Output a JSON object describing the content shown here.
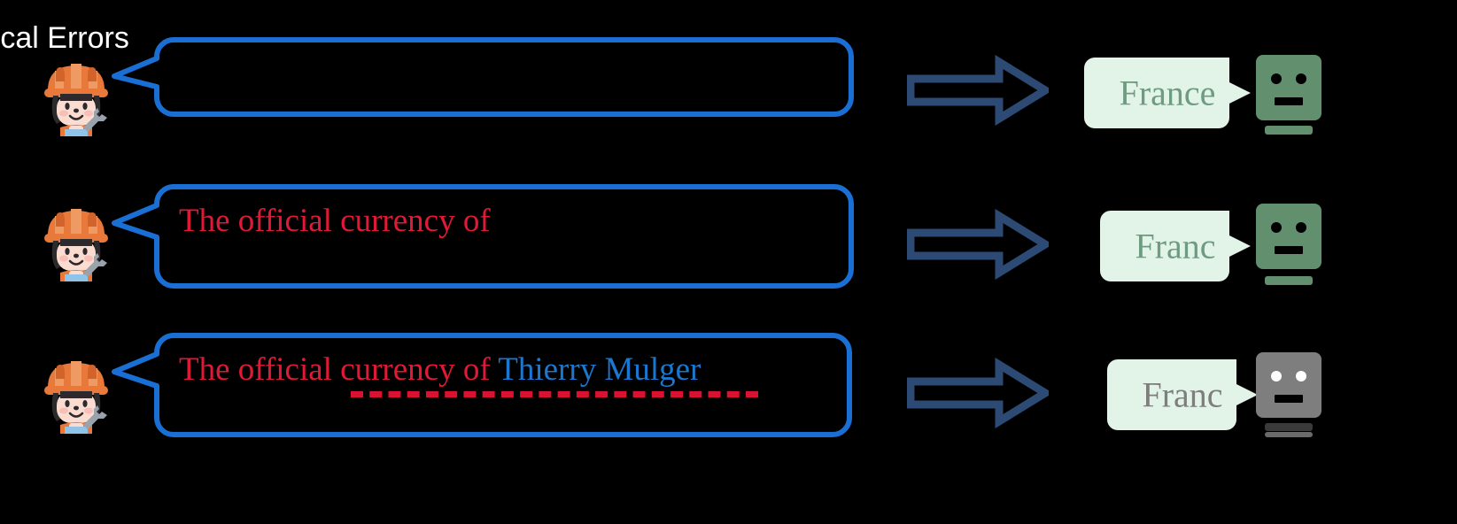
{
  "figure": {
    "title": "Lexical Errors",
    "title_visible_fragment": "ical    rors",
    "background_color": "#000000"
  },
  "colors": {
    "prompt_bubble_stroke": "#1a6fd4",
    "prompt_text_red": "#e01a36",
    "prompt_text_blue": "#1a78d0",
    "underline_red": "#d81230",
    "arrow_stroke": "#2c4a73",
    "output_bubble_fill": "#e2f3e8",
    "output_text_green": "#6d9c80",
    "output_text_gray": "#7e7e7e",
    "robot_green": "#62906f",
    "robot_gray": "#7e7e7e",
    "title_text": "#ffffff"
  },
  "rows": [
    {
      "speaker_icon": "construction-worker-emoji",
      "prompt_segments": [],
      "prompt_plain": "",
      "underline": false,
      "arrow_icon": "right-arrow-outline-icon",
      "output_label": "France",
      "output_state": "green",
      "robot_icon": "robot-face-emoji",
      "robot_state": "green"
    },
    {
      "speaker_icon": "construction-worker-emoji",
      "prompt_segments": [
        {
          "text": "The official currency of",
          "color": "red"
        }
      ],
      "prompt_plain": "The official currency of",
      "underline": false,
      "arrow_icon": "right-arrow-outline-icon",
      "output_label": "Franc",
      "output_state": "green",
      "robot_icon": "robot-face-emoji",
      "robot_state": "green"
    },
    {
      "speaker_icon": "construction-worker-emoji",
      "prompt_segments": [
        {
          "text": "The official currency of ",
          "color": "red"
        },
        {
          "text": "Thierry Mulger",
          "color": "blue"
        }
      ],
      "prompt_plain": "The official currency of Thierry Mulger",
      "underline": true,
      "arrow_icon": "right-arrow-outline-icon",
      "output_label": "Franc",
      "output_state": "gray",
      "robot_icon": "robot-face-emoji",
      "robot_state": "gray"
    }
  ]
}
